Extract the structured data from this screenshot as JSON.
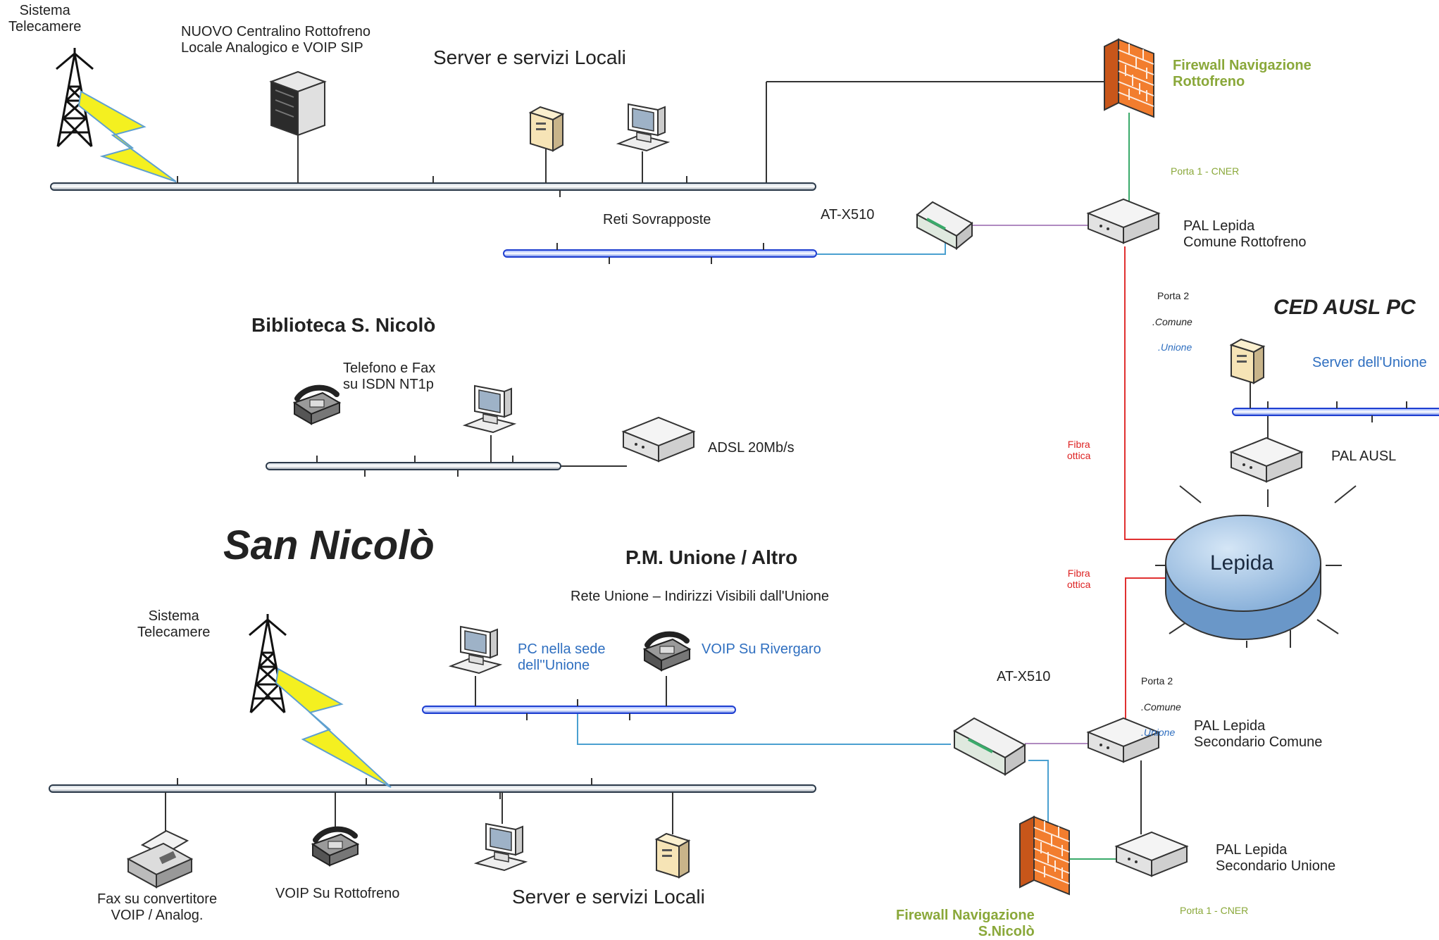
{
  "labels": {
    "sistema_telecamere_top": "Sistema\nTelecamere",
    "centralino": "NUOVO Centralino Rottofreno\nLocale Analogico  e VOIP SIP",
    "server_servizi_top": "Server e servizi Locali",
    "firewall_rottofreno": "Firewall Navigazione\nRottofreno",
    "porta1_cner_top": "Porta 1 - CNER",
    "at_x510_top": "AT-X510",
    "reti_sovrapposte": "Reti Sovrapposte",
    "pal_lepida_rottofreno": "PAL Lepida\nComune Rottofreno",
    "porta2_top_a": "Porta 2",
    "porta2_top_b": ".Comune",
    "porta2_top_c": ".Unione",
    "ced_ausl": "CED AUSL PC",
    "server_unione": "Server dell'Unione",
    "biblioteca": "Biblioteca S. Nicolò",
    "telefono_fax": "Telefono e Fax\nsu ISDN NT1p",
    "adsl": "ADSL 20Mb/s",
    "fibra_top": "Fibra\nottica",
    "pal_ausl": "PAL AUSL",
    "lepida": "Lepida",
    "san_nicolo": "San Nicolò",
    "pm_unione": "P.M. Unione / Altro",
    "rete_unione": "Rete Unione – Indirizzi Visibili dall'Unione",
    "fibra_bottom": "Fibra\nottica",
    "sistema_telecamere_bottom": "Sistema\nTelecamere",
    "pc_sede": "PC nella sede\ndell''Unione",
    "voip_rivergaro": "VOIP Su Rivergaro",
    "at_x510_bottom": "AT-X510",
    "porta2_bottom_a": "Porta 2",
    "porta2_bottom_b": ".Comune",
    "porta2_bottom_c": ".Unione",
    "pal_lepida_sec_comune": "PAL Lepida\nSecondario Comune",
    "pal_lepida_sec_unione": "PAL Lepida\nSecondario Unione",
    "fax_convertitore": "Fax su convertitore\nVOIP / Analog.",
    "voip_rottofreno": "VOIP Su Rottofreno",
    "server_servizi_bottom": "Server e servizi Locali",
    "porta1_cner_bottom": "Porta 1 - CNER",
    "firewall_snicolo": "Firewall Navigazione\nS.Nicolò"
  },
  "colors": {
    "bus_dark": "#2c3a4a",
    "bus_blue": "#1f3fd0",
    "link_green": "#3aaa6a",
    "link_red": "#e03030",
    "link_purple": "#b08ac0",
    "link_cyan": "#4aa0d0",
    "label_green": "#8aa83a",
    "label_blue": "#2f6fc0",
    "lepida_fill": "#8fb6de",
    "firewall_orange": "#f07a2a"
  },
  "icons": [
    "antenna-tower-icon",
    "lightning-icon",
    "pbx-server-icon",
    "server-tower-icon",
    "workstation-icon",
    "firewall-icon",
    "router-icon",
    "switch-icon",
    "phone-icon",
    "fax-icon",
    "cloud-database-icon"
  ]
}
